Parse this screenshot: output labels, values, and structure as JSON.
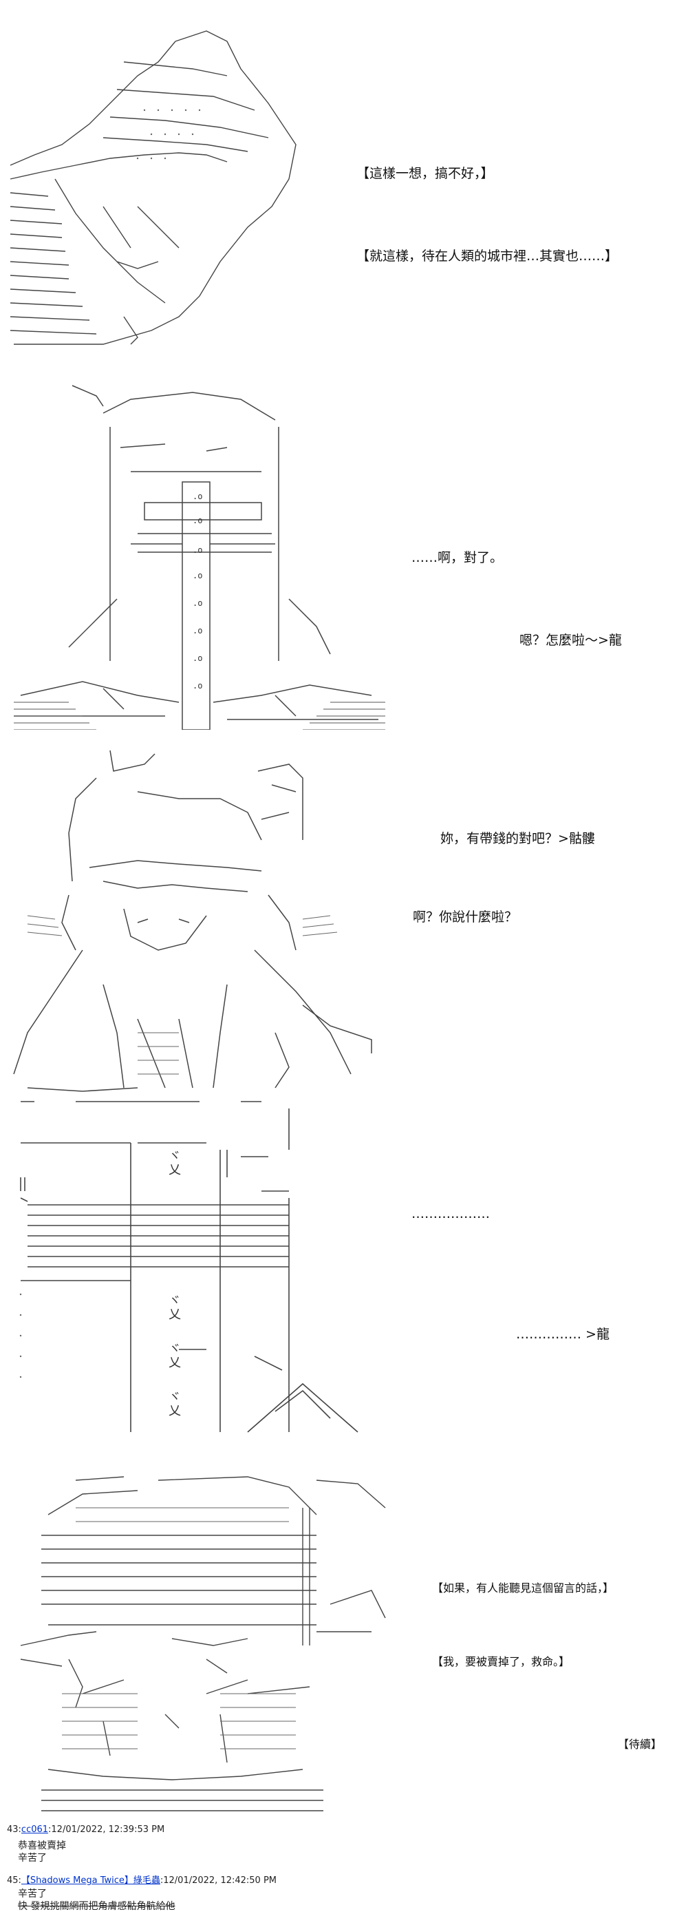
{
  "panels": [
    {
      "lines": [
        "【這樣一想，搞不好，】",
        "【就這樣，待在人類的城市裡…其實也……】"
      ]
    },
    {
      "lines": [
        "……啊，對了。",
        "嗯？怎麼啦～>龍"
      ],
      "ascii": [
        ".o",
        ".o",
        ".o",
        ".o",
        ".o",
        ".o",
        ".o",
        ".o"
      ]
    },
    {
      "lines": [
        "妳，有帶錢的對吧？>骷髏",
        "啊？你說什麼啦？"
      ]
    },
    {
      "lines": [
        "………………",
        "…………… >龍"
      ],
      "ascii": [
        "ヾ\n乂",
        "ヾ\n乂",
        "ヾ\n乂",
        "ヾ\n乂"
      ]
    },
    {
      "lines": [
        "【如果，有人能聽見這個留言的話，】",
        "【我，要被賣掉了，救命。】",
        "【待續】"
      ]
    }
  ],
  "comments": [
    {
      "number": "43:",
      "name": "cc061",
      "date": ":12/01/2022, 12:39:53 PM",
      "body": [
        "恭喜被賣掉",
        "辛苦了"
      ]
    },
    {
      "number": "45:",
      "name": "【Shadows Mega Twice】綠毛蟲",
      "date": ":12/01/2022, 12:42:50 PM",
      "body": [
        "辛苦了",
        "快 發規挑關網而把角膚感骷角骯給他"
      ]
    }
  ]
}
